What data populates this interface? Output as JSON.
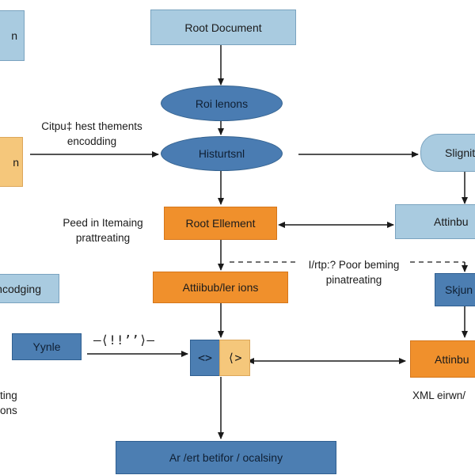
{
  "nodes": {
    "root_document": "Root Document",
    "root_lenons": "Roi lenons",
    "histurtsnl": "Histurtsnl",
    "slignit": "Slignit",
    "root_element": "Root Ellement",
    "attribu_right": "Attinbu",
    "attributions": "Attiibub/ler ions",
    "skjun": "Skjun",
    "yynle": "Yynle",
    "tag_left": "<>",
    "tag_right": "⟨>",
    "attribu_bottom_right": "Attinbu",
    "bottom_box": "Ar /ert betifor / ocalsiny",
    "left_top_cut": "n",
    "left_orange_cut": "n",
    "left_encoding_cut": "ncodging"
  },
  "labels": {
    "citpu_line1": "Citpu‡ hest thements",
    "citpu_line2": "encodding",
    "peed_line1": "Peed in Itemaing",
    "peed_line2": "prattreating",
    "ihttp_line1": "I/rtp:? Poor beming",
    "ihttp_line2": "pinatreating",
    "symbol_text": "–⟨!!’’⟩–",
    "left_cut_line1": "ting",
    "left_cut_line2": "ons",
    "xml_text": "XML eirwn/"
  },
  "colors": {
    "light_blue": "#a9cbe0",
    "orange": "#f0902c",
    "peach": "#f5c77b",
    "dark_blue": "#4c7eb2",
    "ellipse_blue": "#4a7cb2",
    "arrow": "#1a1a1a"
  }
}
